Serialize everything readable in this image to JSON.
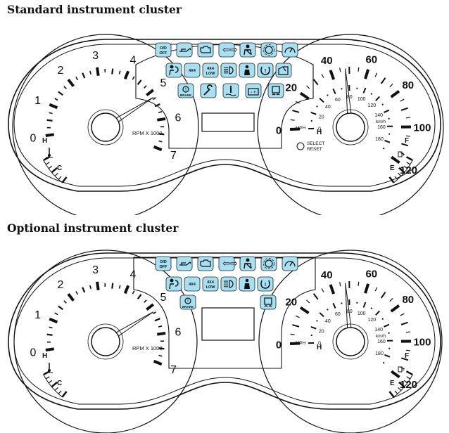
{
  "headings": {
    "standard": "Standard instrument cluster",
    "optional": "Optional instrument cluster"
  },
  "tachometer": {
    "labels": [
      "0",
      "1",
      "2",
      "3",
      "4",
      "5",
      "6",
      "7"
    ],
    "unit": "RPM X 1000",
    "min": 0,
    "max": 7
  },
  "speedometer": {
    "mph_labels": [
      "0",
      "20",
      "40",
      "60",
      "80",
      "100",
      "120"
    ],
    "kmh_labels": [
      "0",
      "20",
      "40",
      "60",
      "80",
      "100",
      "120",
      "140",
      "160",
      "180"
    ],
    "mph_unit": "MPH",
    "kmh_unit": "km/h",
    "max_mph": 120,
    "select_reset": [
      "SELECT",
      "RESET"
    ]
  },
  "temperature_gauge": {
    "high": "H",
    "low": "C"
  },
  "fuel_gauge": {
    "full": "F",
    "empty": "E"
  },
  "warning_lights": {
    "od_off": [
      "O/D",
      "OFF"
    ],
    "four_by_four": "4X4",
    "four_by_four_low": [
      "4X4",
      "LOW"
    ],
    "brake": "BRAKE",
    "arrows": "⇦⇨"
  },
  "colors": {
    "indicator_fill": "#a7dff3",
    "indicator_stroke": "#222222",
    "line": "#111111"
  }
}
